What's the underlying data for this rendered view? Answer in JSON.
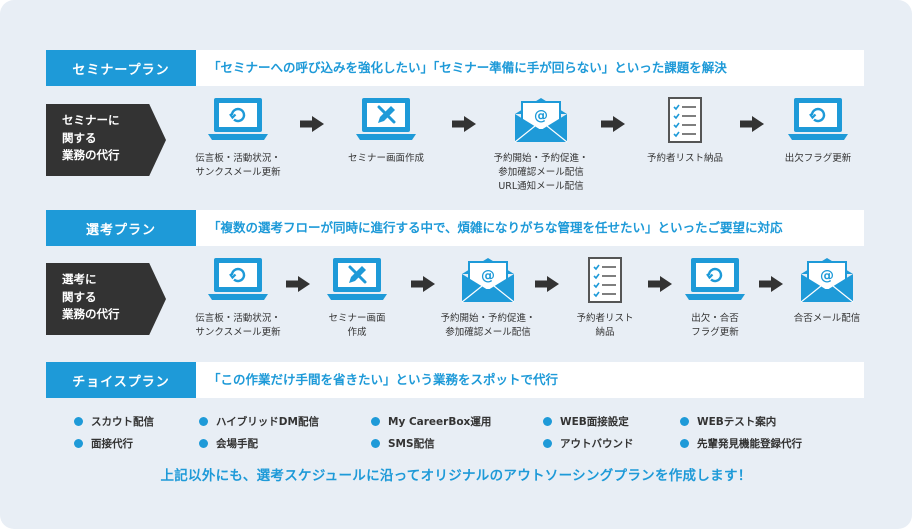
{
  "colors": {
    "accent": "#1e9ad8",
    "dark": "#333333",
    "background": "#e8eef5"
  },
  "seminar": {
    "label": "セミナープラン",
    "headline": "「セミナーへの呼び込みを強化したい」「セミナー準備に手が回らない」といった課題を解決",
    "agency": "セミナーに\n関する\n業務の代行",
    "steps": [
      {
        "icon": "laptop-refresh-icon",
        "caption": "伝言板・活動状況・\nサンクスメール更新"
      },
      {
        "icon": "laptop-edit-icon",
        "caption": "セミナー画面作成"
      },
      {
        "icon": "mail-icon",
        "caption": "予約開始・予約促進・\n参加確認メール配信\nURL通知メール配信"
      },
      {
        "icon": "checklist-icon",
        "caption": "予約者リスト納品"
      },
      {
        "icon": "laptop-refresh-icon",
        "caption": "出欠フラグ更新"
      }
    ]
  },
  "selection": {
    "label": "選考プラン",
    "headline": "「複数の選考フローが同時に進行する中で、煩雑になりがちな管理を任せたい」といったご要望に対応",
    "agency": "選考に\n関する\n業務の代行",
    "steps": [
      {
        "icon": "laptop-refresh-icon",
        "caption": "伝言板・活動状況・\nサンクスメール更新"
      },
      {
        "icon": "laptop-edit-icon",
        "caption": "セミナー画面\n作成"
      },
      {
        "icon": "mail-icon",
        "caption": "予約開始・予約促進・\n参加確認メール配信"
      },
      {
        "icon": "checklist-icon",
        "caption": "予約者リスト\n納品"
      },
      {
        "icon": "laptop-refresh-icon",
        "caption": "出欠・合否\nフラグ更新"
      },
      {
        "icon": "mail-icon",
        "caption": "合否メール配信"
      }
    ]
  },
  "choice": {
    "label": "チョイスプラン",
    "headline": "「この作業だけ手間を省きたい」という業務をスポットで代行",
    "items": [
      "スカウト配信",
      "ハイブリッドDM配信",
      "My CareerBox運用",
      "WEB面接設定",
      "WEBテスト案内",
      "面接代行",
      "会場手配",
      "SMS配信",
      "アウトバウンド",
      "先輩発見機能登録代行"
    ]
  },
  "footer": "上記以外にも、選考スケジュールに沿ってオリジナルのアウトソーシングプランを作成します！"
}
